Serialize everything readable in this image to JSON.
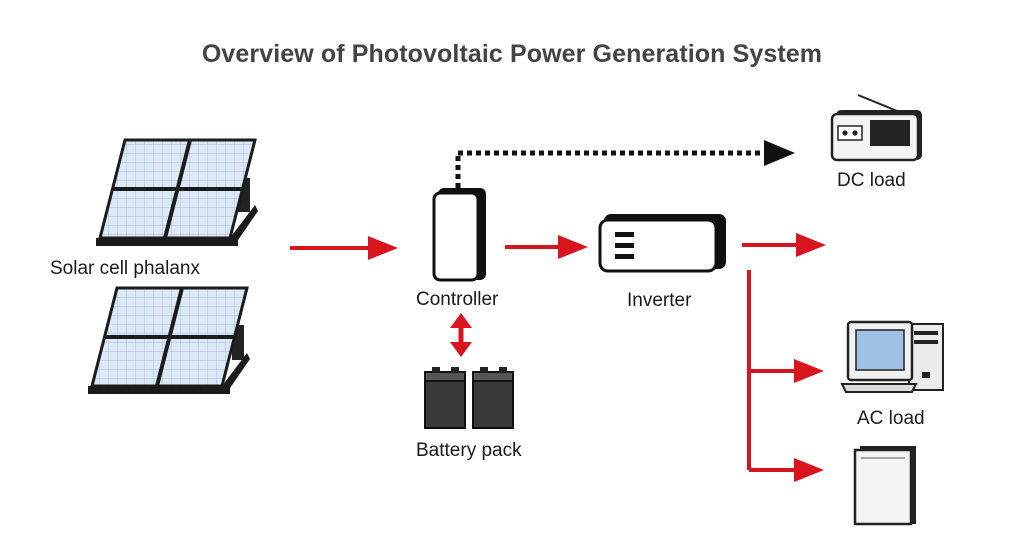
{
  "title": "Overview of Photovoltaic Power Generation System",
  "labels": {
    "solar": "Solar cell phalanx",
    "controller": "Controller",
    "inverter": "Inverter",
    "battery": "Battery pack",
    "dc_load": "DC load",
    "ac_load": "AC load"
  },
  "colors": {
    "arrow": "#d8141f",
    "panel_frame": "#1c1c1c",
    "panel_cell": "#dbe7f5",
    "dotted_arrow": "#111111",
    "title": "#444444",
    "monitor_screen": "#9fc1e6",
    "battery_body": "#3a3a3a"
  },
  "icons": [
    "solar-panel-icon",
    "controller-icon",
    "inverter-icon",
    "battery-icon",
    "radio-icon",
    "computer-icon",
    "refrigerator-icon"
  ]
}
